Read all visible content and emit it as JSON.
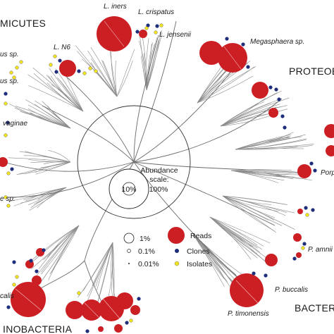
{
  "groups": {
    "firmicutes": "MICUTES",
    "proteobacteria": "PROTEOBA",
    "bacteroidetes": "BACTERO",
    "actinobacteria": "INOBACTERIA"
  },
  "taxa": {
    "l_iners": "L. iners",
    "l_crispatus": "L. crispatus",
    "l_jensenii": "L. jensenii",
    "l_n6": "L. N6",
    "megasphaera": "Megasphaera sp.",
    "us_sp_1": "us sp.",
    "us_sp_2": "us sp.",
    "vaginae": "vaginae",
    "e_sp": "e sp.",
    "porph": "Porp",
    "p_amnii": "P. amnii",
    "p_buccalis": "P. buccalis",
    "p_timonensis": "P. timonensis",
    "calis": "calis"
  },
  "abundance_scale": {
    "title_line1": "Abundance",
    "title_line2": "scale:",
    "inner_label": "10%",
    "outer_label": "100%"
  },
  "legend": {
    "sizes": [
      "1%",
      "0.1%",
      "0.01%"
    ],
    "types": [
      "Reads",
      "Clones",
      "Isolates"
    ],
    "colors": {
      "reads": "#cc1f24",
      "clones": "#1f2e7a",
      "isolates": "#f2e320"
    }
  }
}
